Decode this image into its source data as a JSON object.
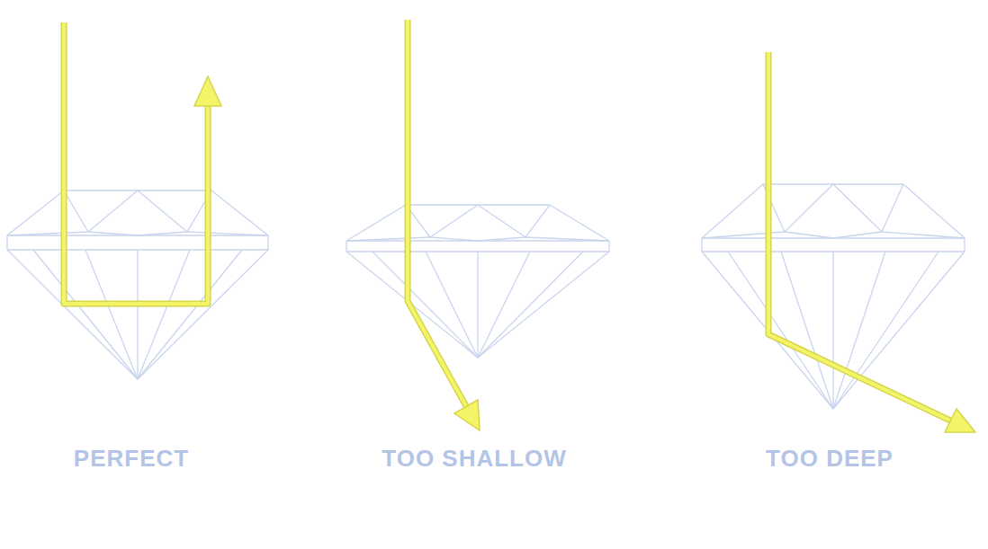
{
  "diagram": {
    "labels": [
      "PERFECT",
      "TOO SHALLOW",
      "TOO DEEP"
    ]
  }
}
